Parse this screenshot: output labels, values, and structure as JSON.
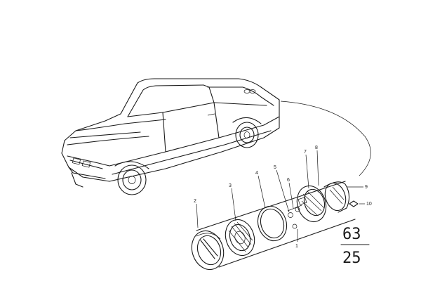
{
  "diagram": {
    "callouts": [
      "1",
      "2",
      "3",
      "4",
      "5",
      "6",
      "7",
      "8",
      "9",
      "10"
    ],
    "group_code_top": "63",
    "group_code_bottom": "25"
  }
}
